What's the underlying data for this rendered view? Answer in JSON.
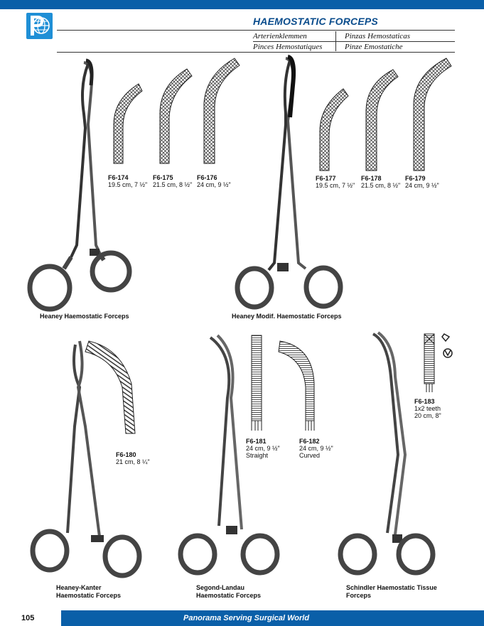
{
  "header": {
    "title": "HAEMOSTATIC FORCEPS",
    "lang_de": "Arterienklemmen",
    "lang_es": "Pinzas Hemostaticas",
    "lang_fr": "Pinces Hemostatiques",
    "lang_it": "Pinze Emostatiche"
  },
  "products": [
    {
      "code": "F6-174",
      "size": "19.5 cm, 7 ½\""
    },
    {
      "code": "F6-175",
      "size": "21.5 cm, 8 ½\""
    },
    {
      "code": "F6-176",
      "size": "24 cm, 9 ½\""
    },
    {
      "code": "F6-177",
      "size": "19.5 cm, 7 ½\""
    },
    {
      "code": "F6-178",
      "size": "21.5 cm, 8 ½\""
    },
    {
      "code": "F6-179",
      "size": "24 cm, 9 ½\""
    },
    {
      "code": "F6-180",
      "size": "21 cm, 8 ¼\""
    },
    {
      "code": "F6-181",
      "size": "24 cm, 9 ½\"",
      "note": "Straight"
    },
    {
      "code": "F6-182",
      "size": "24 cm, 9 ½\"",
      "note": "Curved"
    },
    {
      "code": "F6-183",
      "size": "20 cm, 8\"",
      "note": "1x2 teeth"
    }
  ],
  "captions": {
    "heaney_title": "Heaney Haemostatic Forceps",
    "heaney_modif_title": "Heaney Modif. Haemostatic Forceps",
    "heaney_kanter_line1": "Heaney-Kanter",
    "heaney_kanter_line2": "Haemostatic Forceps",
    "segond_line1": "Segond-Landau",
    "segond_line2": "Haemostatic Forceps",
    "schindler_line1": "Schindler Haemostatic Tissue",
    "schindler_line2": "Forceps"
  },
  "footer": {
    "page_number": "105",
    "tagline": "Panorama Serving Surgical World"
  },
  "colors": {
    "brand_blue": "#0a5fa8",
    "logo_blue": "#1f8fd6",
    "title_blue": "#0a4c8c"
  },
  "icons": {
    "logo": "panorama-globe-logo"
  }
}
